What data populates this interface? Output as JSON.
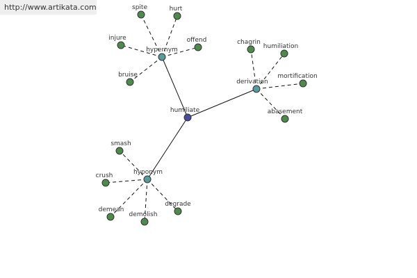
{
  "site": {
    "url": "http://www.artikata.com"
  },
  "graph": {
    "center": {
      "id": "humiliate",
      "label": "humiliate",
      "color": "#4a4a9a"
    },
    "relations": [
      {
        "id": "hypernym",
        "label": "hypernym",
        "color": "#5b9a9a",
        "words": [
          "spite",
          "hurt",
          "offend",
          "injure",
          "bruise"
        ]
      },
      {
        "id": "derivation",
        "label": "derivation",
        "color": "#5b9a9a",
        "words": [
          "chagrin",
          "humiliation",
          "mortification",
          "abasement"
        ]
      },
      {
        "id": "hyponym",
        "label": "hyponym",
        "color": "#5b9a9a",
        "words": [
          "smash",
          "crush",
          "demean",
          "demolish",
          "degrade"
        ]
      }
    ],
    "leaf_color": "#4e8a4e",
    "edge_color": "#111111"
  }
}
